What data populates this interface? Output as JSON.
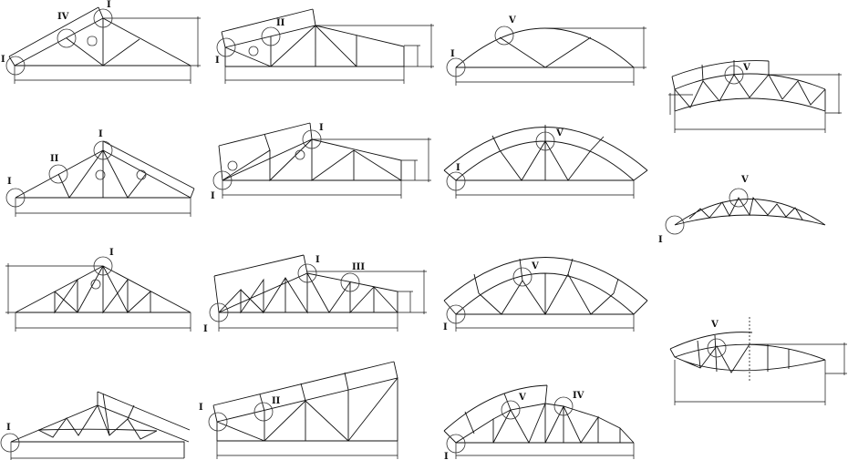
{
  "colors": {
    "line": "#111111",
    "background": "#ffffff"
  },
  "figures": [
    {
      "name": "triangular-truss-1",
      "labels": [
        "IV",
        "I",
        "I"
      ]
    },
    {
      "name": "trapezoid-truss-2",
      "labels": [
        "II",
        "I"
      ]
    },
    {
      "name": "arched-truss-3",
      "labels": [
        "V",
        "I"
      ]
    },
    {
      "name": "segmental-truss-4",
      "labels": [
        "V"
      ]
    },
    {
      "name": "triangular-truss-5",
      "labels": [
        "I",
        "II",
        "I"
      ]
    },
    {
      "name": "trapezoid-truss-6",
      "labels": [
        "I",
        "I"
      ]
    },
    {
      "name": "arched-truss-7",
      "labels": [
        "V",
        "I"
      ]
    },
    {
      "name": "crescent-truss-8",
      "labels": [
        "V",
        "I"
      ]
    },
    {
      "name": "triangular-truss-9",
      "labels": [
        "I"
      ]
    },
    {
      "name": "trapezoid-truss-10",
      "labels": [
        "I",
        "III",
        "I"
      ]
    },
    {
      "name": "arched-truss-11",
      "labels": [
        "V",
        "I"
      ]
    },
    {
      "name": "lens-truss-12",
      "labels": [
        "V"
      ]
    },
    {
      "name": "triangular-truss-13",
      "labels": [
        "I"
      ]
    },
    {
      "name": "monopitch-truss-14",
      "labels": [
        "II",
        "I"
      ]
    },
    {
      "name": "polygonal-truss-15",
      "labels": [
        "V",
        "IV",
        "I"
      ]
    }
  ]
}
